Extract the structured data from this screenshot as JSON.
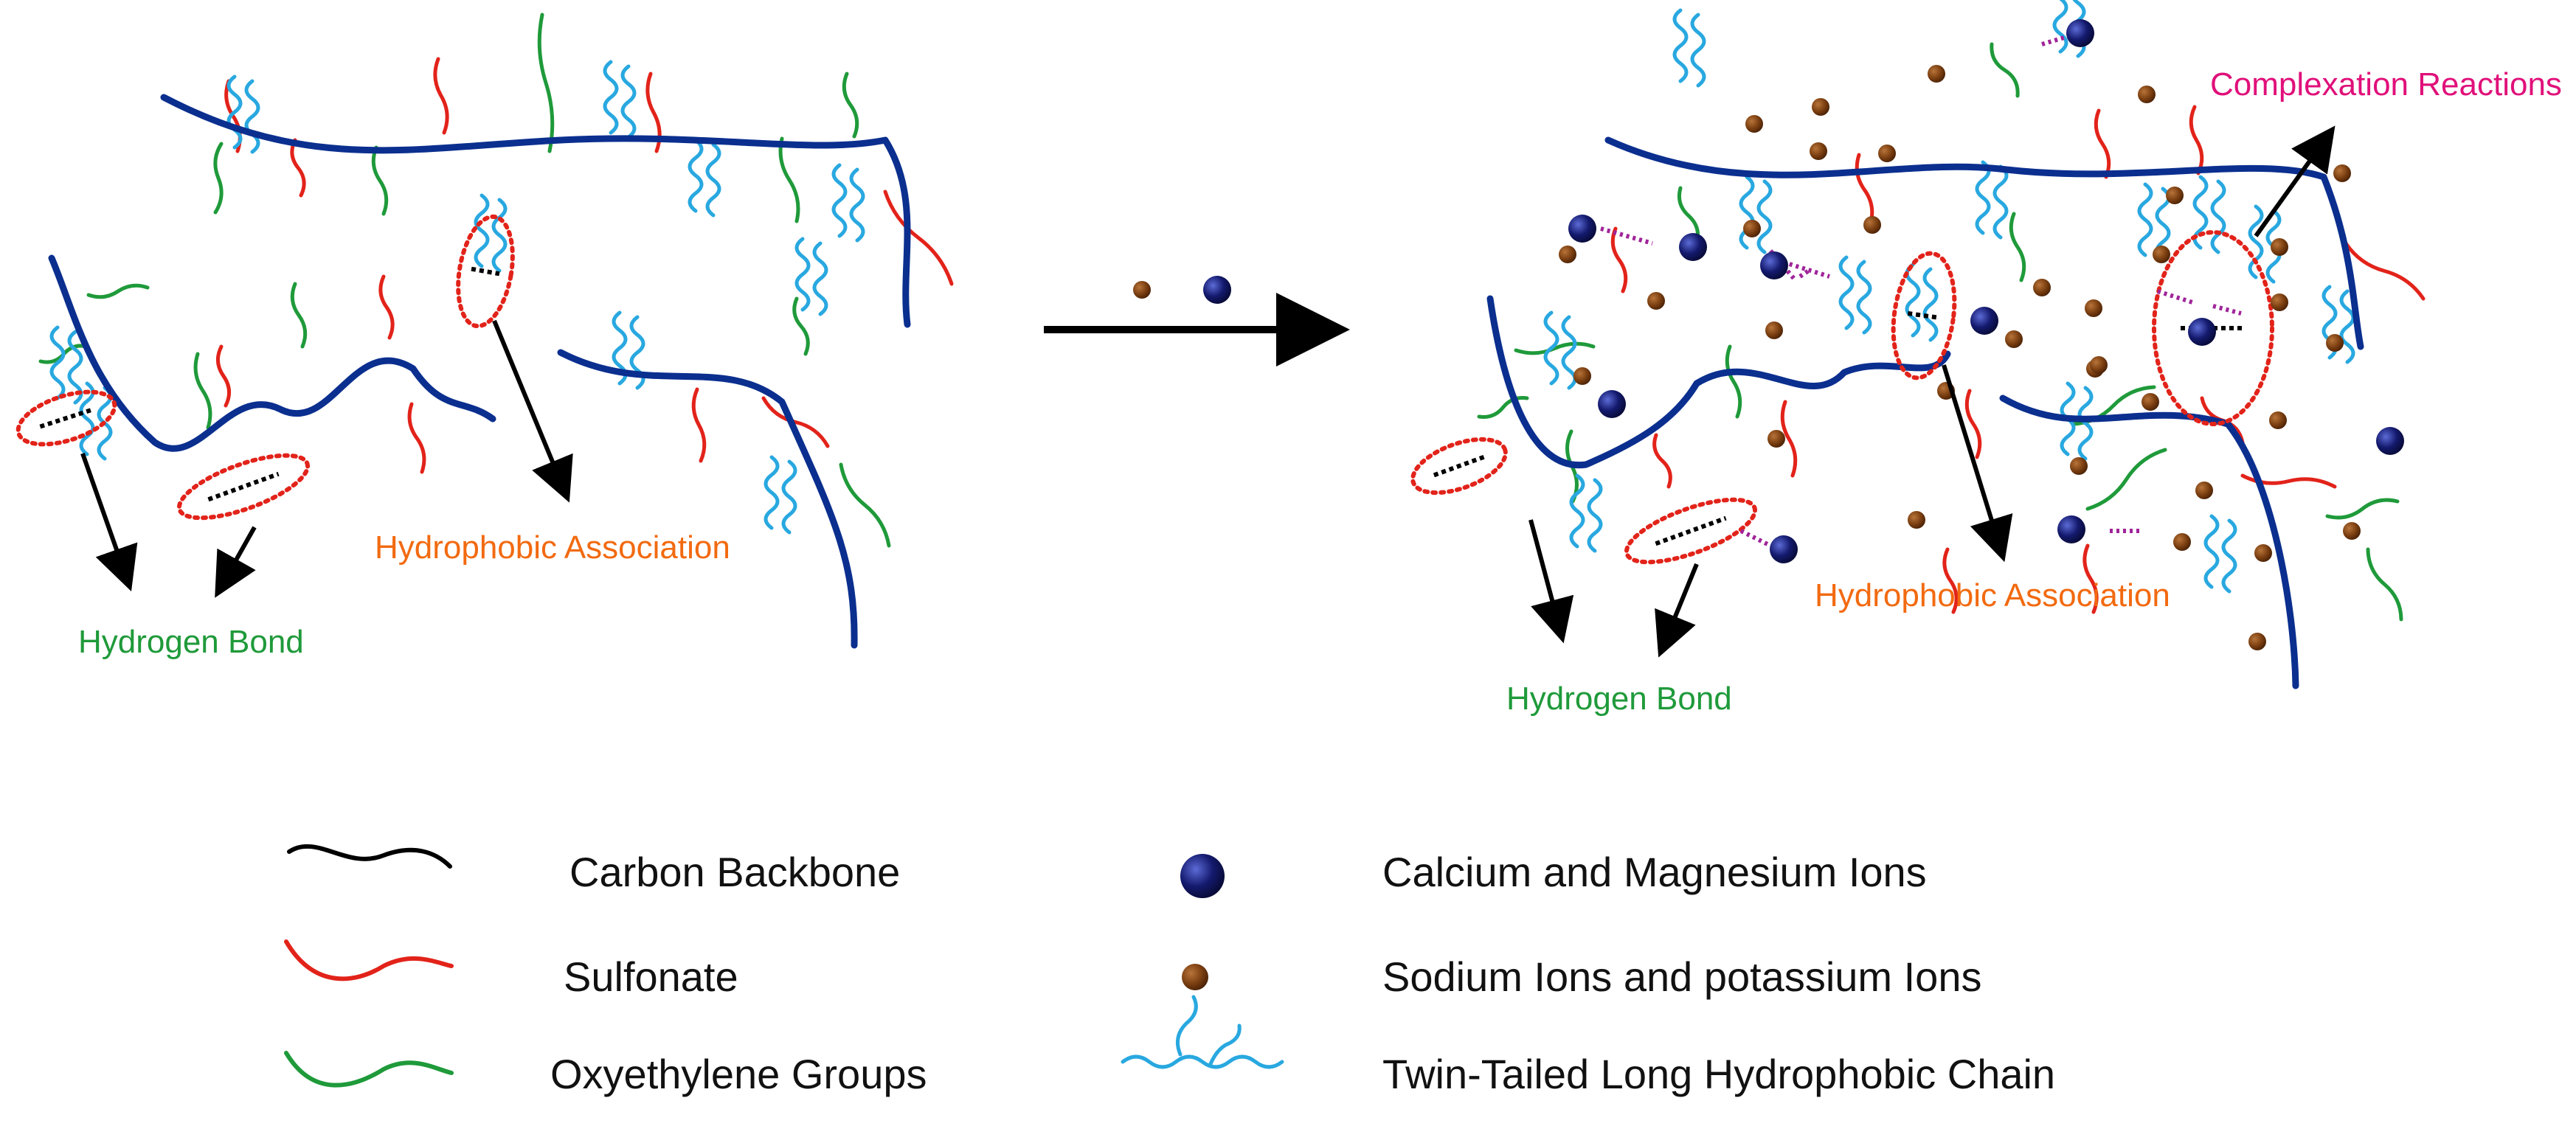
{
  "colors": {
    "backbone": "#0b2f8f",
    "sulfonate": "#e2231a",
    "oxyethylene": "#1f9a3a",
    "hydrophobic_chain": "#29a8e0",
    "divalent_ion": "#141a6e",
    "monovalent_ion": "#7a3e10",
    "ellipse": "#e2231a",
    "complex_link": "#a0249a",
    "hydrogen_bond_text": "#1f9a3a",
    "hydrophobic_text": "#f26a10",
    "complexation_text": "#e0107a",
    "carbon_backbone_legend": "#000000"
  },
  "labels": {
    "left_hydrogen_bond": "Hydrogen Bond",
    "left_hydrophobic_association": "Hydrophobic Association",
    "right_hydrogen_bond": "Hydrogen Bond",
    "right_hydrophobic_association": "Hydrophobic Association",
    "complexation_reactions": "Complexation Reactions"
  },
  "legend": {
    "carbon_backbone": "Carbon Backbone",
    "sulfonate": "Sulfonate",
    "oxyethylene_groups": "Oxyethylene Groups",
    "calcium_magnesium_ions": "Calcium and Magnesium Ions",
    "sodium_potassium_ions": "Sodium Ions and potassium Ions",
    "twin_tailed_chain": "Twin-Tailed Long Hydrophobic Chain"
  },
  "icons": {
    "process_arrow": "right-arrow-icon",
    "divalent_ion": "sphere-icon",
    "monovalent_ion": "dot-icon"
  }
}
